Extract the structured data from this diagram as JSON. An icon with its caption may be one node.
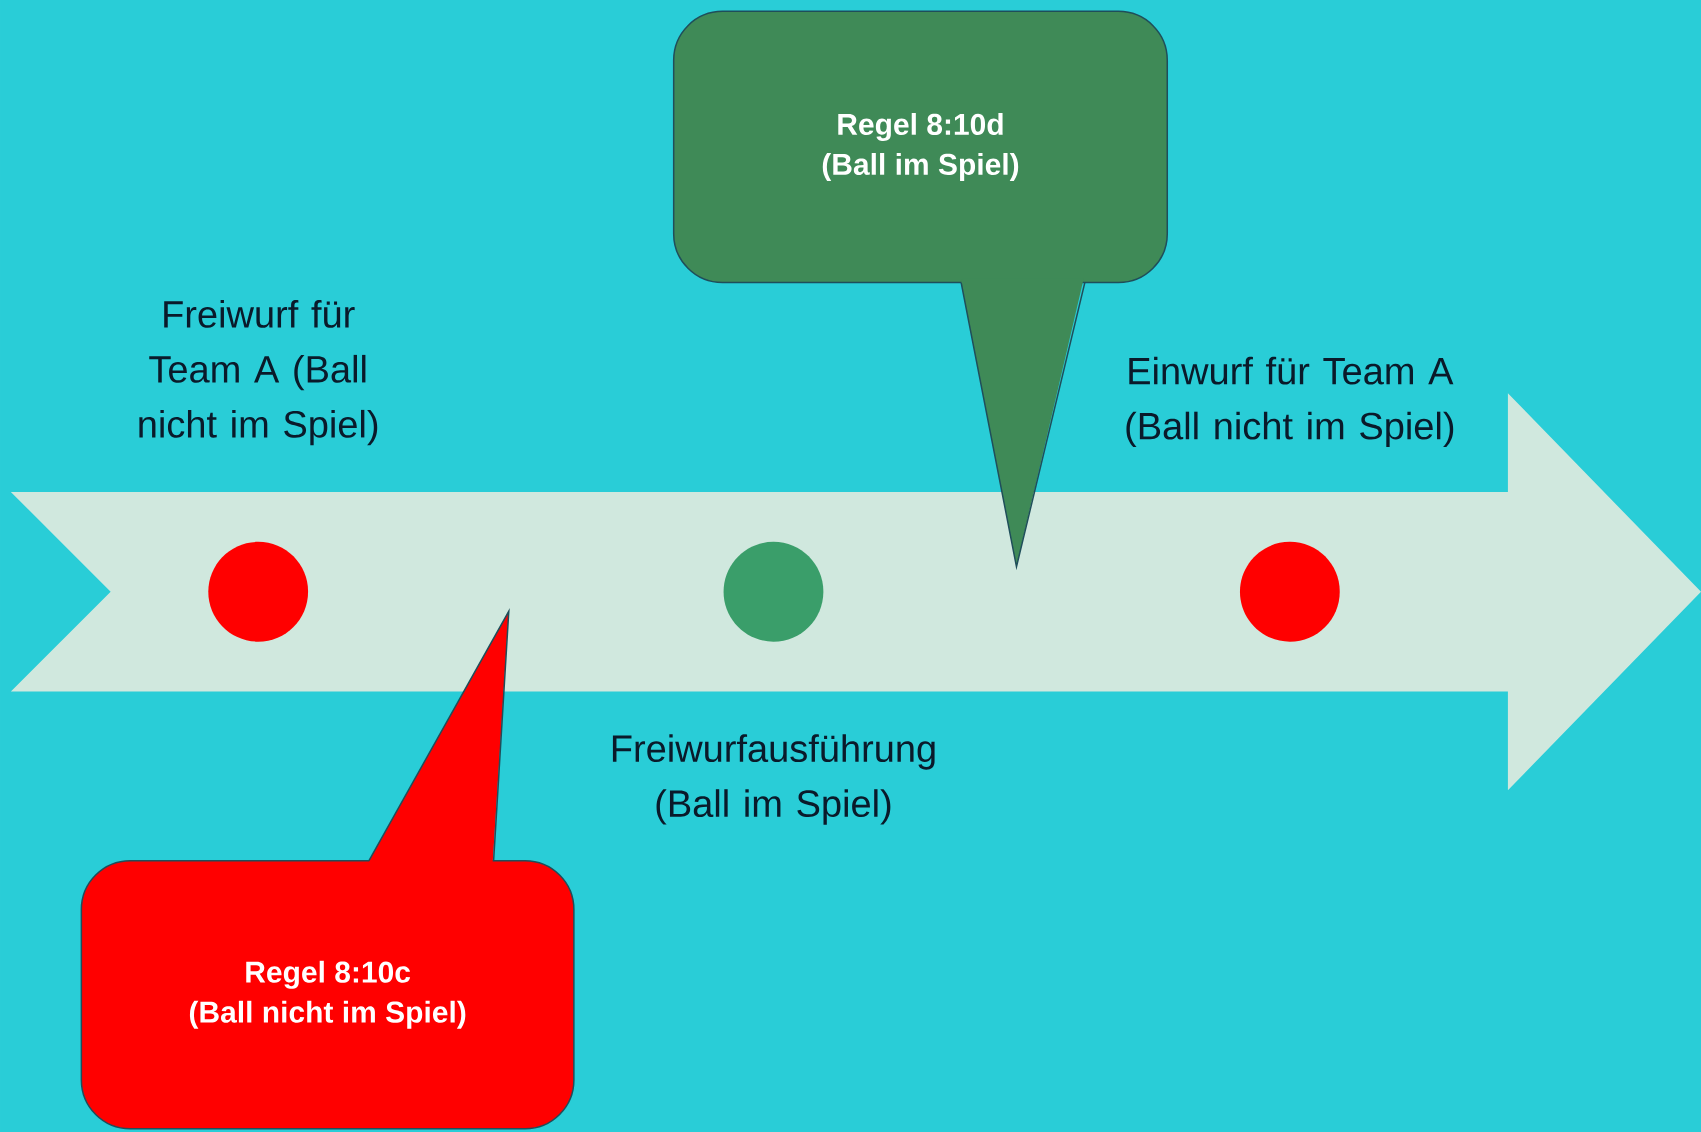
{
  "diagram": {
    "nodes": [
      {
        "text": [],
        "shape": "arrow"
      },
      {
        "text": [],
        "shape": "circle",
        "in": 0
      },
      {
        "text": [],
        "shape": "circle",
        "in": 0
      },
      {
        "text": [],
        "shape": "circle",
        "in": 0
      },
      {
        "text": [
          "Regel 8:10d",
          "(Ball im Spiel)"
        ]
      },
      {
        "text": [
          "Regel 8:10c",
          "(Ball nicht im Spiel)"
        ]
      }
    ],
    "labels": [
      "Freiwurf für Team A (Ball nicht im Spiel)",
      "Einwurf für Team A (Ball nicht im Spiel)",
      "Freiwurfausführung (Ball im Spiel)"
    ]
  }
}
